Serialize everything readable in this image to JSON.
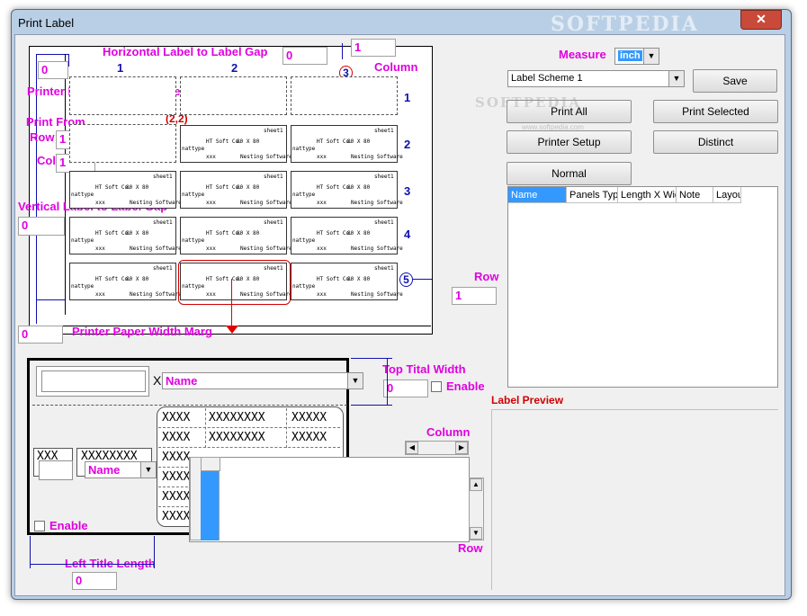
{
  "window": {
    "title": "Print Label",
    "close": "✕",
    "watermark": "SOFTPEDIA",
    "watermark_center": "SOFTPEDIA",
    "watermark_url": "www.softpedia.com"
  },
  "layout": {
    "h_gap_label": "Horizontal Label to Label Gap",
    "h_gap_value": "0",
    "top_value": "1",
    "left_value": "0",
    "column_label": "Column",
    "col_numbers": [
      "1",
      "2"
    ],
    "col3": "3",
    "row_numbers": [
      "1",
      "2",
      "3",
      "4"
    ],
    "row5": "5",
    "paper_length_label": "Printer Paper Length Marge",
    "print_from_label": "Print From",
    "print_from_coord": "(2,2)",
    "row_label": "Row",
    "row_value": "1",
    "col_label": "Col",
    "col_value": "1",
    "v_gap_label": "Vertical Label to Label Gap",
    "v_gap_value": "0",
    "row_right_label": "Row",
    "row_right_value": "1",
    "paper_width_label": "Printer Paper Width Marg",
    "paper_width_value": "0"
  },
  "sample_label": {
    "sheet": "sheet1",
    "company": "HT Soft Co.",
    "size": "80 X 80",
    "type": "nattype",
    "xxx": "xxx",
    "software": "Nesting Software"
  },
  "design": {
    "name_combo": "Name",
    "x_mark": "X",
    "top_title_label": "Top Tital Width",
    "top_title_value": "0",
    "enable_label": "Enable",
    "label_preview": "Label Preview",
    "column_label": "Column",
    "row_label": "Row",
    "left_name_combo": "Name",
    "left_enable": "Enable",
    "left_title_label": "Left Title Length",
    "left_title_value": "0",
    "xrows": [
      [
        "XXXX",
        "XXXXXXXX",
        "XXXXX"
      ],
      [
        "XXXX",
        "XXXXXXXX",
        "XXXXX"
      ],
      [
        "XXXX",
        "",
        ""
      ],
      [
        "XXXX",
        "",
        ""
      ],
      [
        "XXXX",
        "",
        ""
      ],
      [
        "XXXX",
        "",
        ""
      ]
    ],
    "left_box1": "XXX",
    "left_box2": "XXXXXXXX"
  },
  "controls": {
    "measure_label": "Measure",
    "measure_value": "inch",
    "scheme_value": "Label Scheme 1",
    "save": "Save",
    "print_all": "Print All",
    "print_selected": "Print Selected",
    "printer_setup": "Printer Setup",
    "distinct": "Distinct",
    "normal": "Normal"
  },
  "table": {
    "columns": [
      "Name",
      "Panels Typ",
      "Length X Wid",
      "Note",
      "Layou"
    ]
  },
  "colors": {
    "accent": "#e000e0",
    "blue": "#1010b0",
    "red": "#d00000",
    "select": "#3399ff"
  }
}
